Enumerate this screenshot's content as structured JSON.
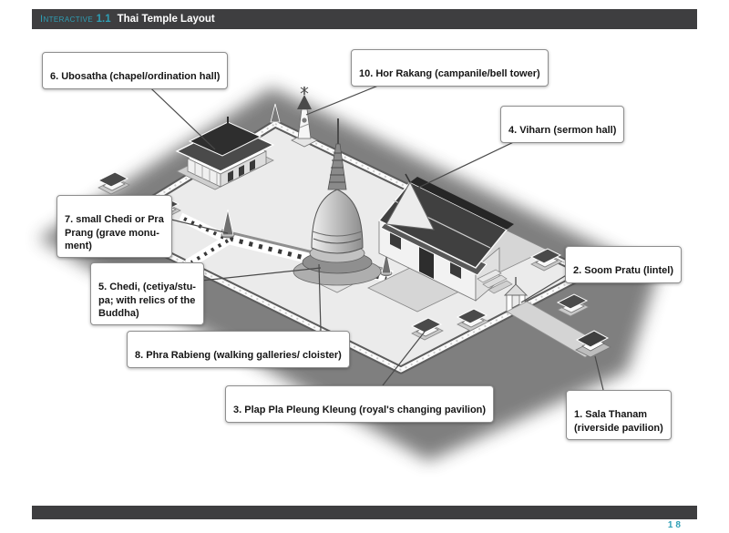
{
  "header": {
    "kicker": "Interactive",
    "number": "1.1",
    "title": "Thai Temple Layout"
  },
  "footer": {
    "page_number": "18"
  },
  "colors": {
    "accent": "#2e9fb5",
    "bar": "#3e3e40"
  },
  "figure": {
    "description": "Isometric grayscale illustration of a Thai temple compound with numbered callout labels",
    "callouts": [
      {
        "text": "6. Ubosatha (chapel/ordination hall)"
      },
      {
        "text": "10. Hor Rakang (campanile/bell tower)"
      },
      {
        "text": "4. Viharn (sermon hall)"
      },
      {
        "text": "7. small Chedi or Pra\nPrang (grave monu-\nment)"
      },
      {
        "text": "5. Chedi, (cetiya/stu-\npa; with relics of the\nBuddha)"
      },
      {
        "text": "2. Soom Pratu (lintel)"
      },
      {
        "text": "8. Phra Rabieng (walking galleries/ cloister)"
      },
      {
        "text": "3. Plap Pla Pleung Kleung (royal's changing pavilion)"
      },
      {
        "text": "1. Sala Thanam\n(riverside pavilion)"
      }
    ]
  }
}
